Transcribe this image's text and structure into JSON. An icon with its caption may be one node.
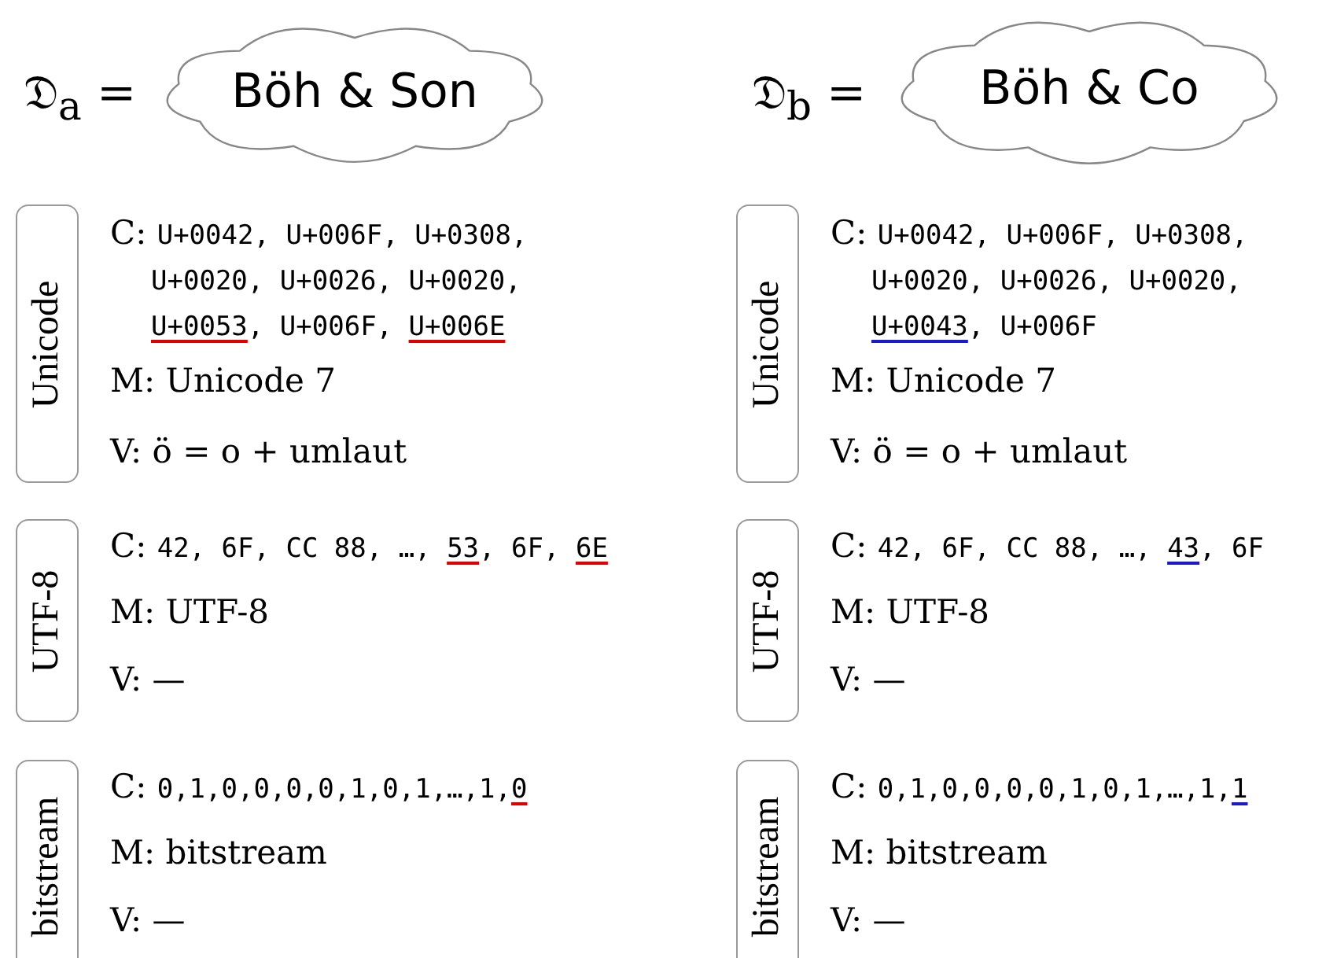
{
  "diagram": {
    "nodes": [
      {
        "text": [
          "Böh & Son"
        ],
        "beside": [
          "𝔇$_{a}$ ="
        ]
      },
      {
        "text": [
          "Böh & Co"
        ],
        "beside": [
          "𝔇$_{b}$ ="
        ]
      },
      {
        "text": [
          "Unicode"
        ],
        "beside": [
          "C: U+0042, U+006F, U+0308, U+0020, U+0026, U+0020, U+0053, U+006F, U+006E",
          "M: Unicode 7",
          "V: ö = o + umlaut"
        ]
      },
      {
        "text": [
          "Unicode"
        ],
        "beside": [
          "C: U+0042, U+006F, U+0308, U+0020, U+0026, U+0020, U+0043, U+006F",
          "M: Unicode 7",
          "V: ö = o + umlaut"
        ]
      },
      {
        "text": [
          "UTF-8"
        ],
        "beside": [
          "C: 42, 6F, CC 88, …, 53, 6F, 6E",
          "M: UTF-8",
          "V: —"
        ]
      },
      {
        "text": [
          "UTF-8"
        ],
        "beside": [
          "C: 42, 6F, CC 88, …, 43, 6F",
          "M: UTF-8",
          "V: —"
        ]
      },
      {
        "text": [
          "bitstream"
        ],
        "beside": [
          "C: 0,1,0,0,0,0,1,0,1,…,1,0",
          "M: bitstream",
          "V: —"
        ]
      },
      {
        "text": [
          "bitstream"
        ],
        "beside": [
          "C: 0,1,0,0,0,0,1,0,1,…,1,1",
          "M: bitstream",
          "V: —"
        ]
      }
    ]
  }
}
